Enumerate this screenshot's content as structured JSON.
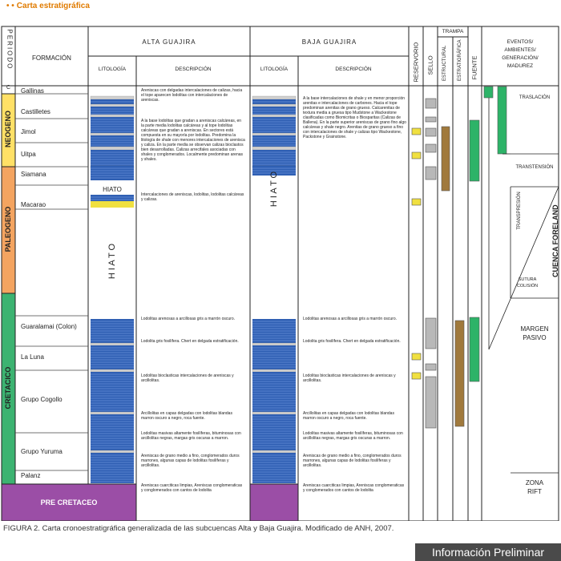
{
  "header_title": "Carta estratigráfica",
  "header_dots": "• •",
  "columns": {
    "periodo": "PERIODO",
    "formacion": "FORMACIÓN",
    "alta": "ALTA GUAJIRA",
    "baja": "BAJA GUAJIRA",
    "litologia": "LITOLOGÍA",
    "descripcion": "DESCRIPCIÓN",
    "reservorio": "RESERVORIO",
    "sello": "SELLO",
    "trampa": "TRAMPA",
    "estructural": "ESTRUCTURAL",
    "estratigrafica": "ESTRATIGRÁFICA",
    "fuente": "FUENTE",
    "eventos": "EVENTOS/\nAMBIENTES/\nGENERACIÓN/\nMADUREZ"
  },
  "periods": [
    {
      "label": "C",
      "color": "#ffffff"
    },
    {
      "label": "NEOGENO",
      "color": "#ffe066"
    },
    {
      "label": "PALEOGENO",
      "color": "#f4a460"
    },
    {
      "label": "CRETACICO",
      "color": "#3cb371"
    },
    {
      "label": "PRE CRETACEO",
      "color": "#9b4ea6"
    }
  ],
  "formations": [
    "Gallinas",
    "Castilletes",
    "Jimol",
    "Uitpa",
    "Siamana",
    "Macarao",
    "Guaralamai (Colon)",
    "La Luna",
    "Grupo Cogollo",
    "Grupo Yuruma",
    "Palanz"
  ],
  "hiato": "HIATO",
  "hiato_vertical": "H I A T O",
  "descriptions_alta": [
    "Areniscas con delgadas intercalaciones de calizas, hacia el tope aparecen lodolitas con intercalaciones de areniscas.",
    "A la base lodolitas que gradan a areniscas calcáreas, en la parte media lodolitas calcáreas y al tope lodolitas calcáreas que gradan a areniscas. En sectores está compuesta en su mayoría por lodolitas. Predomina la litología de shale con menores intercalaciones de arenisca y caliza. En la parte media se observan calizas bioclastos bien desarrolladas. Calizas arrecifales asociadas con shales y conglomerados. Localmente predominan arenas y shales.",
    "Intercalaciones de areniscas, lodolitas, lodolitas calcáreas y calizas.",
    "Lodolitas arenosas a arcillosas gris a marrón oscuro.",
    "Lodolita gris fosilífera. Chert en delgada estratificación.",
    "Lodolitas bioclasticas intercalaciones de areniscas y arcillolitas.",
    "Arcillolitas en capas delgadas con lodolitas blandas marron oscuro a negro, roca fuente.",
    "Lodolitas masivas altamente fosilíferas, bituminosas con arcillolitas negras, margas gris oscuras a marron.",
    "Areniscas de grano medio a fino, conglomerados duros marrones, algunas capas de lodolitas fosilíferas y arcillolitas.",
    "Areniscas cuarciticas limpias, Areniscas conglomeraticas y conglomerados con cantos de lodolita"
  ],
  "descriptions_baja": [
    "A la base intercalaciones de shale y en menor proporción arenitas e intercalaciones de carbones. Hacia el tope predominan arenitas de grano grueso. Calcarenitas de textura media a gruesa tipo Mudstone a Wackestone clasificadas como Biomicritas o Biosparitas (Calizas de Ballena). En la parte superior areniscas de grano fino algo calcáreas y shale negro. Arenitas de grano grueso a fino con intercalaciones de shale y calizas tipo Wackestone, Packstone y Grainstone.",
    "Lodolitas arenosas a arcillosas gris a marrón oscuro.",
    "Lodolita gris fosilífera. Chert en delgada estratificación.",
    "Lodolitas bioclasticas intercalaciones de areniscas y arcillolitas.",
    "Arcillolitas en capas delgadas con lodolitas blandas marron oscuro a negro, roca fuente.",
    "Lodolitas masivas altamente fosilíferas, bituminosas con arcillolitas negras, margas gris oscuras a marron.",
    "Areniscas de grano medio a fino, conglomerados duros marrones, algunas capas de lodolitas fosilíferas y arcillolitas.",
    "Areniscas cuarciticas limpias, Areniscas conglomeraticas y conglomerados con cantos de lodolita"
  ],
  "events": {
    "traslacion": "TRASLACIÓN",
    "transtension": "TRANSTENSIÓN",
    "transpresion": "TRANSPRESIÓN",
    "sutura": "SUTURA\nCOLISIÓN",
    "foreland": "CUENCA FORELAND",
    "margen": "MARGEN\nPASIVO",
    "rift": "ZONA\nRIFT"
  },
  "caption": "FIGURA 2. Carta cronoestratigráfica generalizada de las subcuencas Alta y Baja Guajira. Modificado de ANH, 2007.",
  "banner": "Información Preliminar",
  "colors": {
    "reservoir": "#f0e040",
    "seal": "#b0b0b0",
    "trap": "#a0793c",
    "source": "#2db368",
    "lith": "#2f5fb3"
  }
}
